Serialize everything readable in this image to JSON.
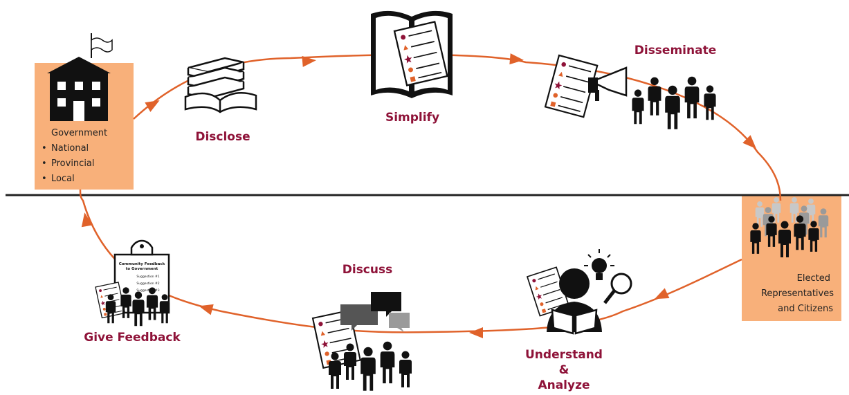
{
  "colors": {
    "accent": "#8e1238",
    "cycle_line": "#e0622a",
    "box_fill": "#f8b07a",
    "icon": "#111111",
    "icon_grey": "#9a9a9a",
    "icon_light": "#c8c8c8"
  },
  "government": {
    "title": "Government",
    "levels": [
      "National",
      "Provincial",
      "Local"
    ]
  },
  "citizens": {
    "line1": "Elected",
    "line2": "Representatives",
    "line3": "and Citizens"
  },
  "steps": {
    "disclose": "Disclose",
    "simplify": "Simplify",
    "disseminate": "Disseminate",
    "understand_1": "Understand",
    "understand_2": "&",
    "understand_3": "Analyze",
    "discuss": "Discuss",
    "give_feedback": "Give Feedback"
  },
  "feedback_board": {
    "title_1": "Community Feedback",
    "title_2": "to Government",
    "items": [
      "Suggestion #1",
      "Suggestion #2",
      "Suggestion #3"
    ]
  },
  "icons": [
    "building-icon",
    "flag-icon",
    "books-icon",
    "open-book-icon",
    "document-icon",
    "megaphone-icon",
    "people-group-icon",
    "reader-icon",
    "lightbulb-icon",
    "magnifier-icon",
    "speech-bubbles-icon",
    "clipboard-icon"
  ]
}
